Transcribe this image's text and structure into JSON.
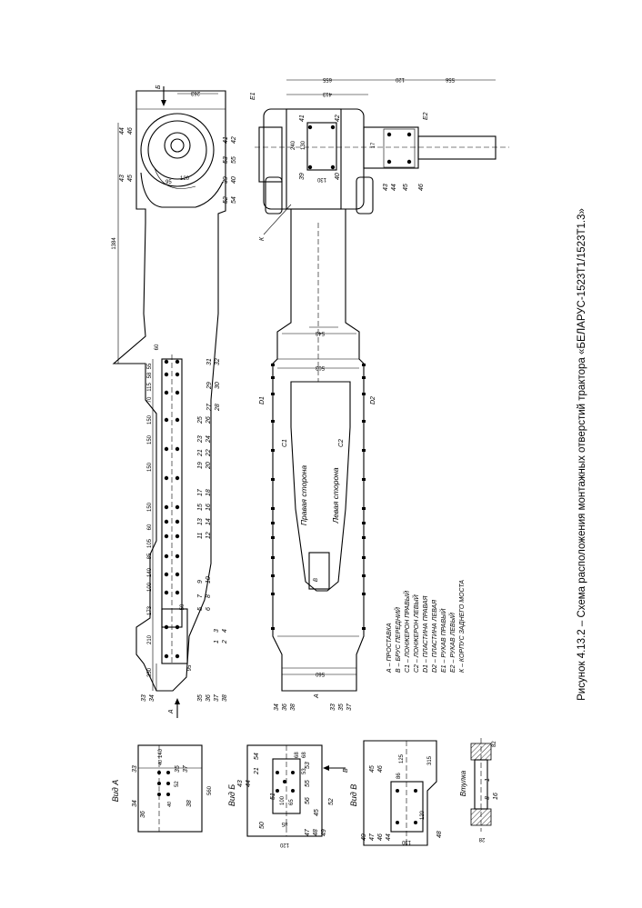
{
  "caption": "Рисунок 4.13.2 – Схема расположения монтажных отверстий трактора «БЕЛАРУС-1523Т1/1523Т1.3»",
  "legend": [
    "А – ПРОСТАВКА",
    "В – БРУС ПЕРЕДНИЙ",
    "С1 – ЛОНЖЕРОН ПРАВЫЙ",
    "С2 – ЛОНЖЕРОН ЛЕВЫЙ",
    "D1 – ПЛАСТИНА ПРАВАЯ",
    "D2 – ПЛАСТИНА ЛЕВАЯ",
    "Е1 – РУКАВ ПРАВЫЙ",
    "Е2 – РУКАВ ЛЕВЫЙ",
    "К – КОРПУС ЗАДНЕГО МОСТА"
  ],
  "views": {
    "vid_a": "Вид А",
    "vid_b": "Вид Б",
    "vid_v": "Вид В",
    "vtulka": "Втулка"
  },
  "side_labels": {
    "right": "Правая сторона",
    "left": "Левая сторона"
  },
  "part_letters": {
    "A": "А",
    "B": "В",
    "C1": "С1",
    "C2": "С2",
    "D1": "D1",
    "D2": "D2",
    "E1": "E1",
    "E2": "E2",
    "K": "К",
    "B_arrow": "Б"
  },
  "dimensions": {
    "side_pitch": [
      "350",
      "210",
      "173",
      "100",
      "140",
      "85",
      "105",
      "60",
      "150",
      "150",
      "150",
      "150",
      "70",
      "115",
      "58",
      "55",
      "60"
    ],
    "side_small": [
      "50",
      "95"
    ],
    "overall_1384": "1384",
    "width_560": "560",
    "width_503": "503",
    "width_543": "543",
    "rear_top": [
      "655",
      "413",
      "120",
      "556"
    ],
    "rear_small": [
      "240",
      "130",
      "130",
      "17"
    ],
    "top_263": "263",
    "top_small": [
      "95",
      "120"
    ],
    "view_a": [
      "140",
      "52",
      "560"
    ],
    "view_b": [
      "100",
      "65",
      "85",
      "120",
      "68",
      "68",
      "53"
    ],
    "view_v": [
      "86",
      "125",
      "130",
      "120",
      "315"
    ],
    "vtulka": [
      "82",
      "28"
    ]
  },
  "callouts": {
    "side_pairs": [
      [
        "1",
        "2"
      ],
      [
        "3",
        "4"
      ],
      [
        "5",
        "6"
      ],
      [
        "7",
        "8"
      ],
      [
        "9",
        "10"
      ],
      [
        "11",
        "12"
      ],
      [
        "13",
        "14"
      ],
      [
        "15",
        "16"
      ],
      [
        "17",
        "18"
      ],
      [
        "19",
        "20"
      ],
      [
        "21",
        "22"
      ],
      [
        "23",
        "24"
      ],
      [
        "25",
        "26"
      ],
      [
        "27",
        "28"
      ],
      [
        "29",
        "30"
      ],
      [
        "31",
        "32"
      ]
    ],
    "front_group": [
      "33",
      "34",
      "35",
      "36",
      "37",
      "38"
    ],
    "bottom_left": [
      "34",
      "36",
      "38"
    ],
    "bottom_right": [
      "33",
      "35",
      "37"
    ],
    "rear_view": [
      "41",
      "42",
      "39",
      "40",
      "43",
      "44",
      "45",
      "46"
    ],
    "top_view": [
      "44",
      "46",
      "43",
      "45",
      "41",
      "42",
      "53",
      "55",
      "39",
      "40",
      "52",
      "54"
    ],
    "view_a": [
      "33",
      "34",
      "36",
      "35",
      "37",
      "38",
      "40",
      "40"
    ],
    "view_b": [
      "54",
      "21",
      "44",
      "43",
      "51",
      "55",
      "53",
      "45",
      "47",
      "48",
      "49",
      "50",
      "52",
      "56"
    ],
    "view_v": [
      "46",
      "45",
      "49",
      "47",
      "46",
      "44",
      "48"
    ],
    "vtulka": [
      "1",
      "8",
      "16"
    ]
  }
}
